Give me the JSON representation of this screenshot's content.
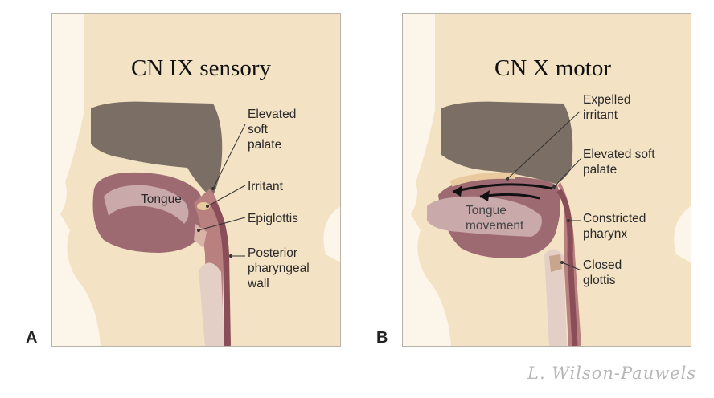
{
  "panel_a": {
    "letter": "A",
    "title": "CN IX sensory",
    "labels": {
      "elevated_soft_palate": "Elevated\nsoft\npalate",
      "irritant": "Irritant",
      "tongue": "Tongue",
      "epiglottis": "Epiglottis",
      "posterior_pharyngeal_wall": "Posterior\npharyngeal\nwall"
    }
  },
  "panel_b": {
    "letter": "B",
    "title": "CN X motor",
    "labels": {
      "expelled_irritant": "Expelled\nirritant",
      "elevated_soft_palate": "Elevated soft\npalate",
      "tongue_movement": "Tongue\nmovement",
      "constricted_pharynx": "Constricted\npharynx",
      "closed_glottis": "Closed\nglottis"
    }
  },
  "signature": "L. Wilson-Pauwels",
  "colors": {
    "skin": "#f4e3c6",
    "bone": "#7b6e64",
    "muscle": "#9e6a72",
    "tongue": "#caa9aa",
    "airway": "#e8d5cf",
    "irritant": "#e9c99e"
  }
}
